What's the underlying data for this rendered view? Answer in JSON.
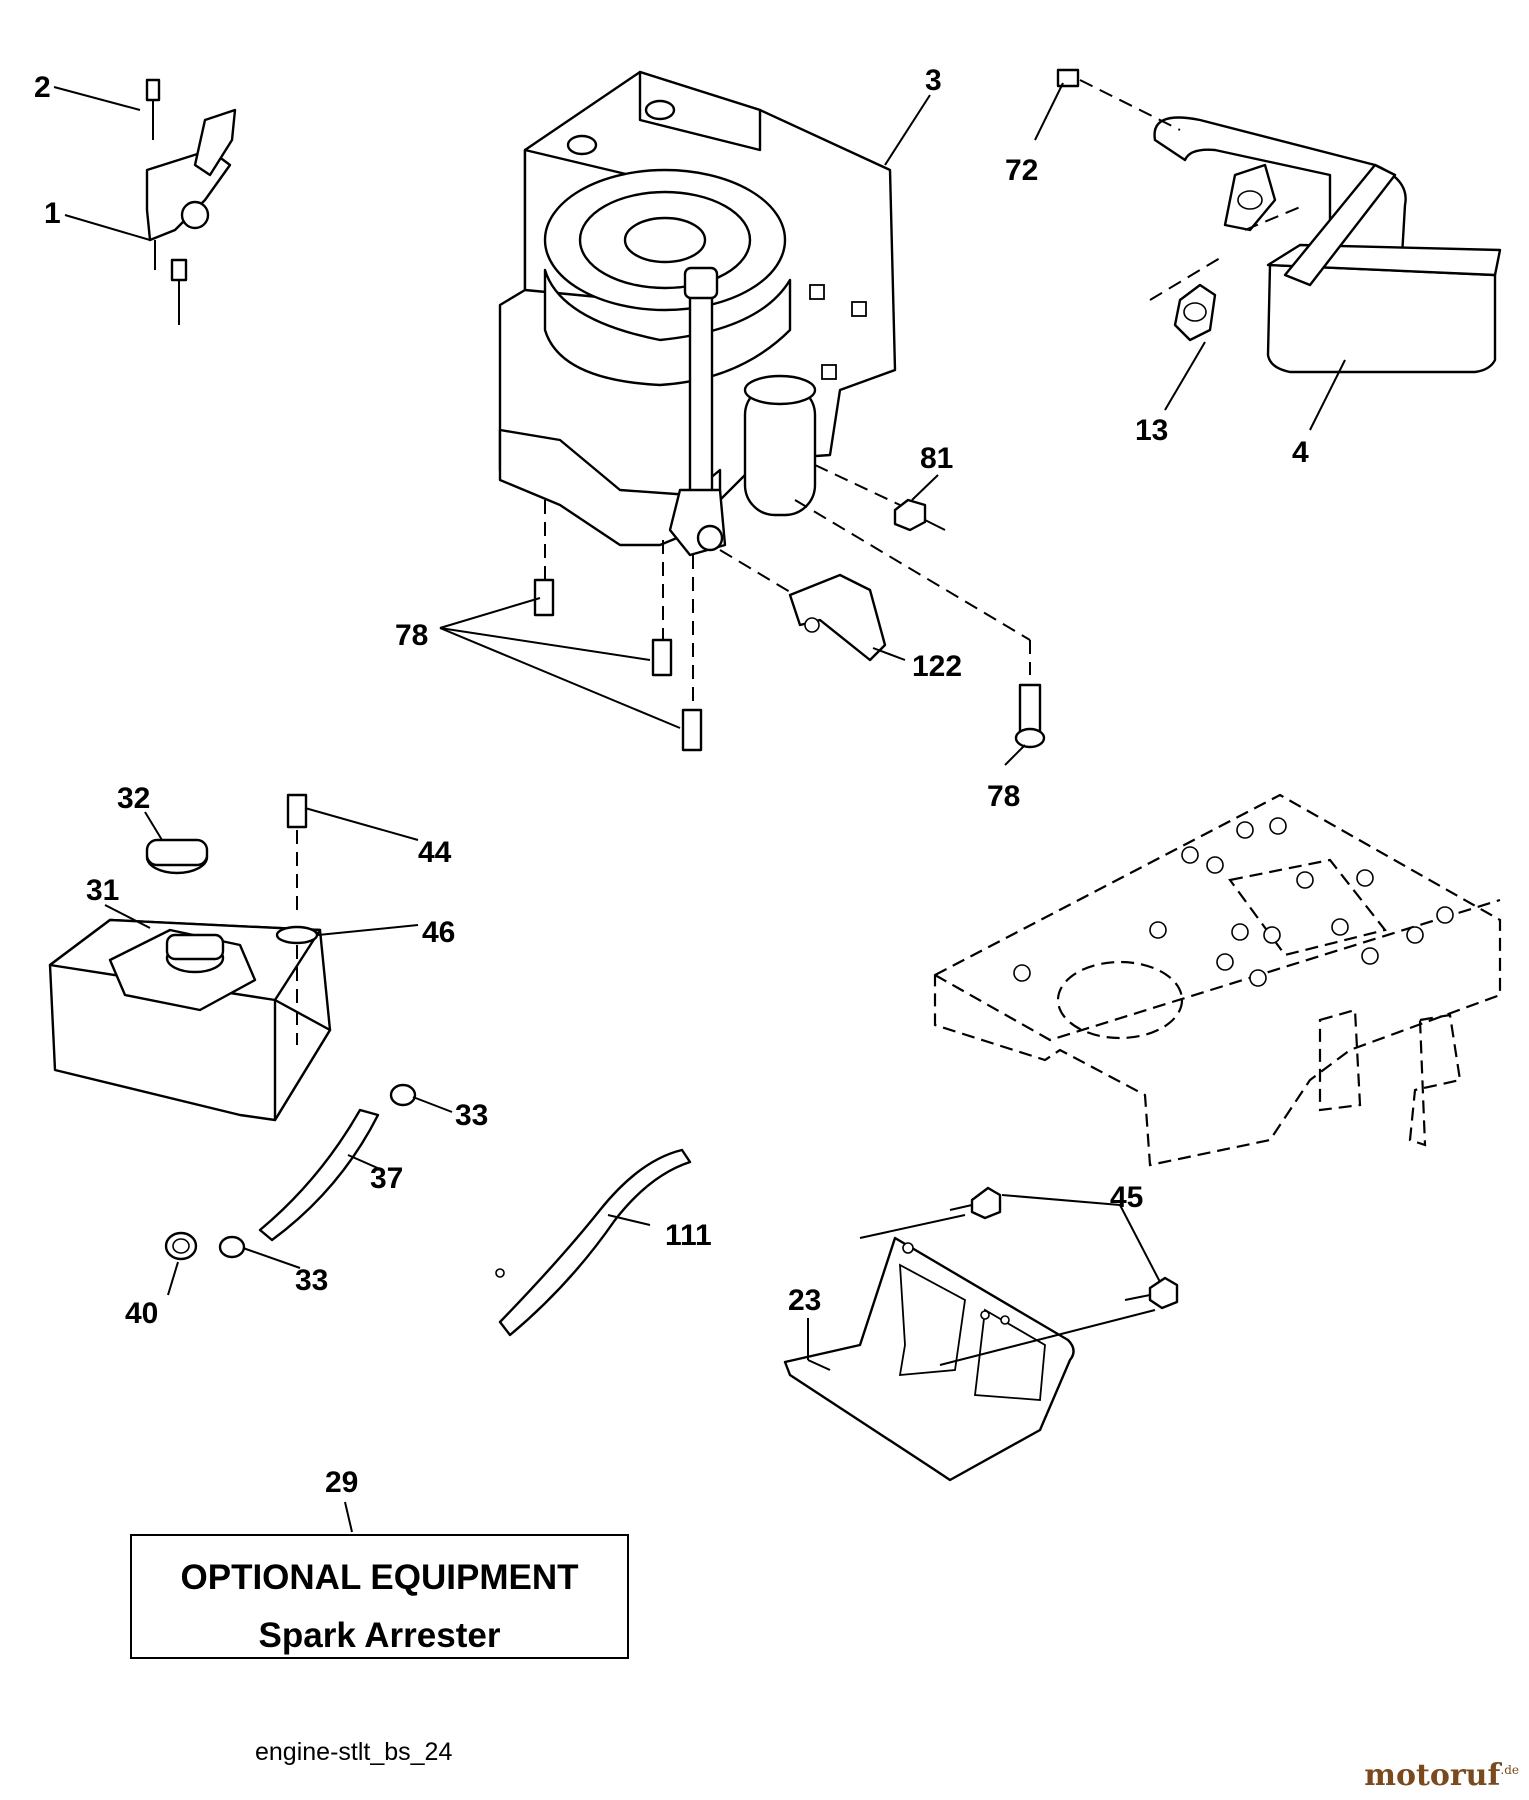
{
  "callouts": {
    "c1": "1",
    "c2": "2",
    "c3": "3",
    "c4": "4",
    "c13": "13",
    "c72": "72",
    "c81": "81",
    "c78a": "78",
    "c78b": "78",
    "c122": "122",
    "c32": "32",
    "c31": "31",
    "c44": "44",
    "c46": "46",
    "c33a": "33",
    "c33b": "33",
    "c37": "37",
    "c40": "40",
    "c111": "111",
    "c45": "45",
    "c23": "23",
    "c29": "29"
  },
  "optional_box": {
    "title": "OPTIONAL EQUIPMENT",
    "subtitle": "Spark Arrester"
  },
  "caption": "engine-stlt_bs_24",
  "watermark": {
    "text": "motoruf",
    "suffix": ".de",
    "color": "#7a4a1e"
  }
}
